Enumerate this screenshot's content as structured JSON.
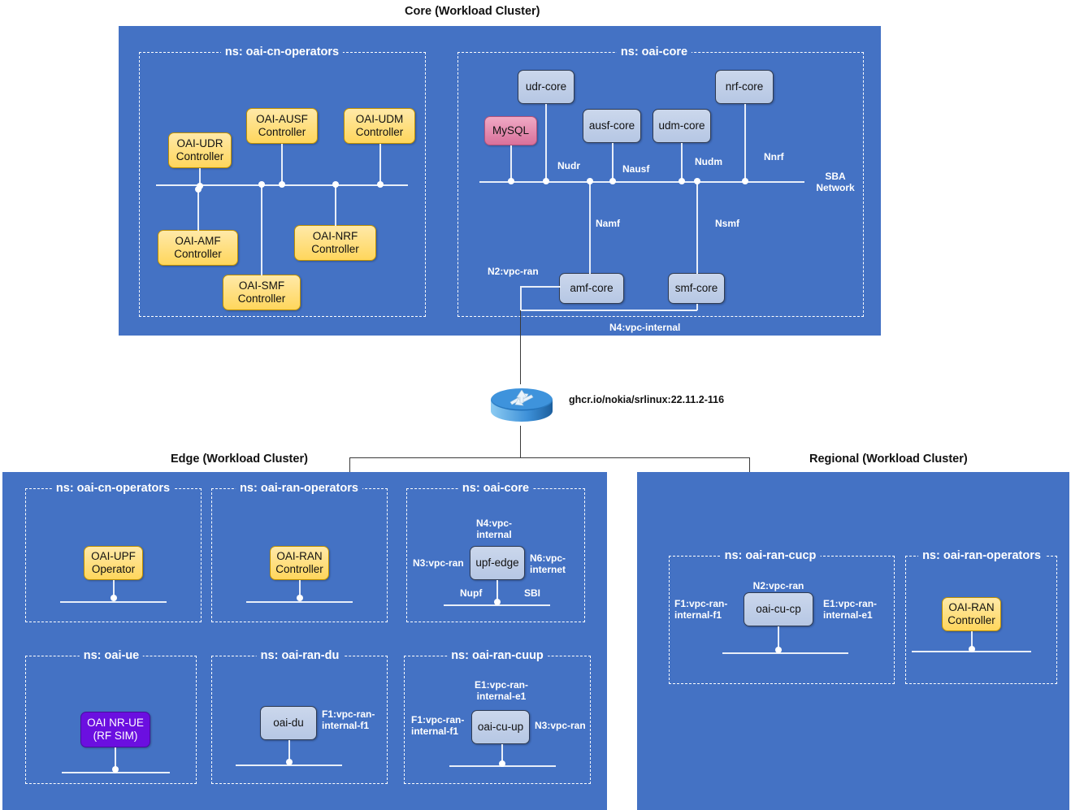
{
  "diagram": {
    "clusters": [
      {
        "id": "core",
        "title": "Core (Workload Cluster)"
      },
      {
        "id": "edge",
        "title": "Edge (Workload Cluster)"
      },
      {
        "id": "regional",
        "title": "Regional (Workload Cluster)"
      }
    ],
    "router": {
      "icon": "router-icon",
      "label": "ghcr.io/nokia/srlinux:22.11.2-116"
    },
    "namespaces": {
      "core_operators": "ns: oai-cn-operators",
      "core_core": "ns: oai-core",
      "edge_cn_operators": "ns: oai-cn-operators",
      "edge_ran_operators": "ns: oai-ran-operators",
      "edge_core": "ns: oai-core",
      "edge_ue": "ns: oai-ue",
      "edge_ran_du": "ns: oai-ran-du",
      "edge_ran_cuup": "ns: oai-ran-cuup",
      "regional_ran_cucp": "ns: oai-ran-cucp",
      "regional_ran_operators": "ns: oai-ran-operators"
    },
    "nodes": {
      "oai_udr_controller": "OAI-UDR\nController",
      "oai_ausf_controller": "OAI-AUSF\nController",
      "oai_udm_controller": "OAI-UDM\nController",
      "oai_amf_controller": "OAI-AMF\nController",
      "oai_smf_controller": "OAI-SMF\nController",
      "oai_nrf_controller": "OAI-NRF\nController",
      "mysql": "MySQL",
      "udr_core": "udr-core",
      "ausf_core": "ausf-core",
      "udm_core": "udm-core",
      "nrf_core": "nrf-core",
      "amf_core": "amf-core",
      "smf_core": "smf-core",
      "oai_upf_operator": "OAI-UPF\nOperator",
      "oai_ran_controller_edge": "OAI-RAN\nController",
      "upf_edge": "upf-edge",
      "oai_nr_ue": "OAI NR-UE\n(RF SIM)",
      "oai_du": "oai-du",
      "oai_cu_up": "oai-cu-up",
      "oai_cu_cp": "oai-cu-cp",
      "oai_ran_controller_regional": "OAI-RAN\nController"
    },
    "interfaces": {
      "nudr": "Nudr",
      "nausf": "Nausf",
      "nudm": "Nudm",
      "nnrf": "Nnrf",
      "namf": "Namf",
      "nsmf": "Nsmf",
      "sba_network": "SBA\nNetwork",
      "n2_vpc_ran_core": "N2:vpc-ran",
      "n4_vpc_internal_core": "N4:vpc-internal",
      "n4_vpc_internal_edge": "N4:vpc-\ninternal",
      "n3_vpc_ran_edge": "N3:vpc-ran",
      "n6_vpc_internet": "N6:vpc-\ninternet",
      "nupf": "Nupf",
      "sbi": "SBI",
      "f1_vpc_ran_internal_f1_du": "F1:vpc-ran-\ninternal-f1",
      "e1_vpc_ran_internal_e1_cuup": "E1:vpc-ran-\ninternal-e1",
      "f1_vpc_ran_internal_f1_cuup": "F1:vpc-ran-\ninternal-f1",
      "n3_vpc_ran_cuup": "N3:vpc-ran",
      "n2_vpc_ran_cucp": "N2:vpc-ran",
      "f1_vpc_ran_internal_f1_cucp": "F1:vpc-ran-\ninternal-f1",
      "e1_vpc_ran_internal_e1_cucp": "E1:vpc-ran-\ninternal-e1"
    },
    "colors": {
      "cluster_bg": "#4472C4",
      "node_blue": "#BFCFE8",
      "node_yellow": "#FFD966",
      "node_pink": "#E08DB0",
      "node_purple": "#6B0FE0",
      "bus_line": "#E8EEF8",
      "connector": "#3A3A3A"
    }
  }
}
